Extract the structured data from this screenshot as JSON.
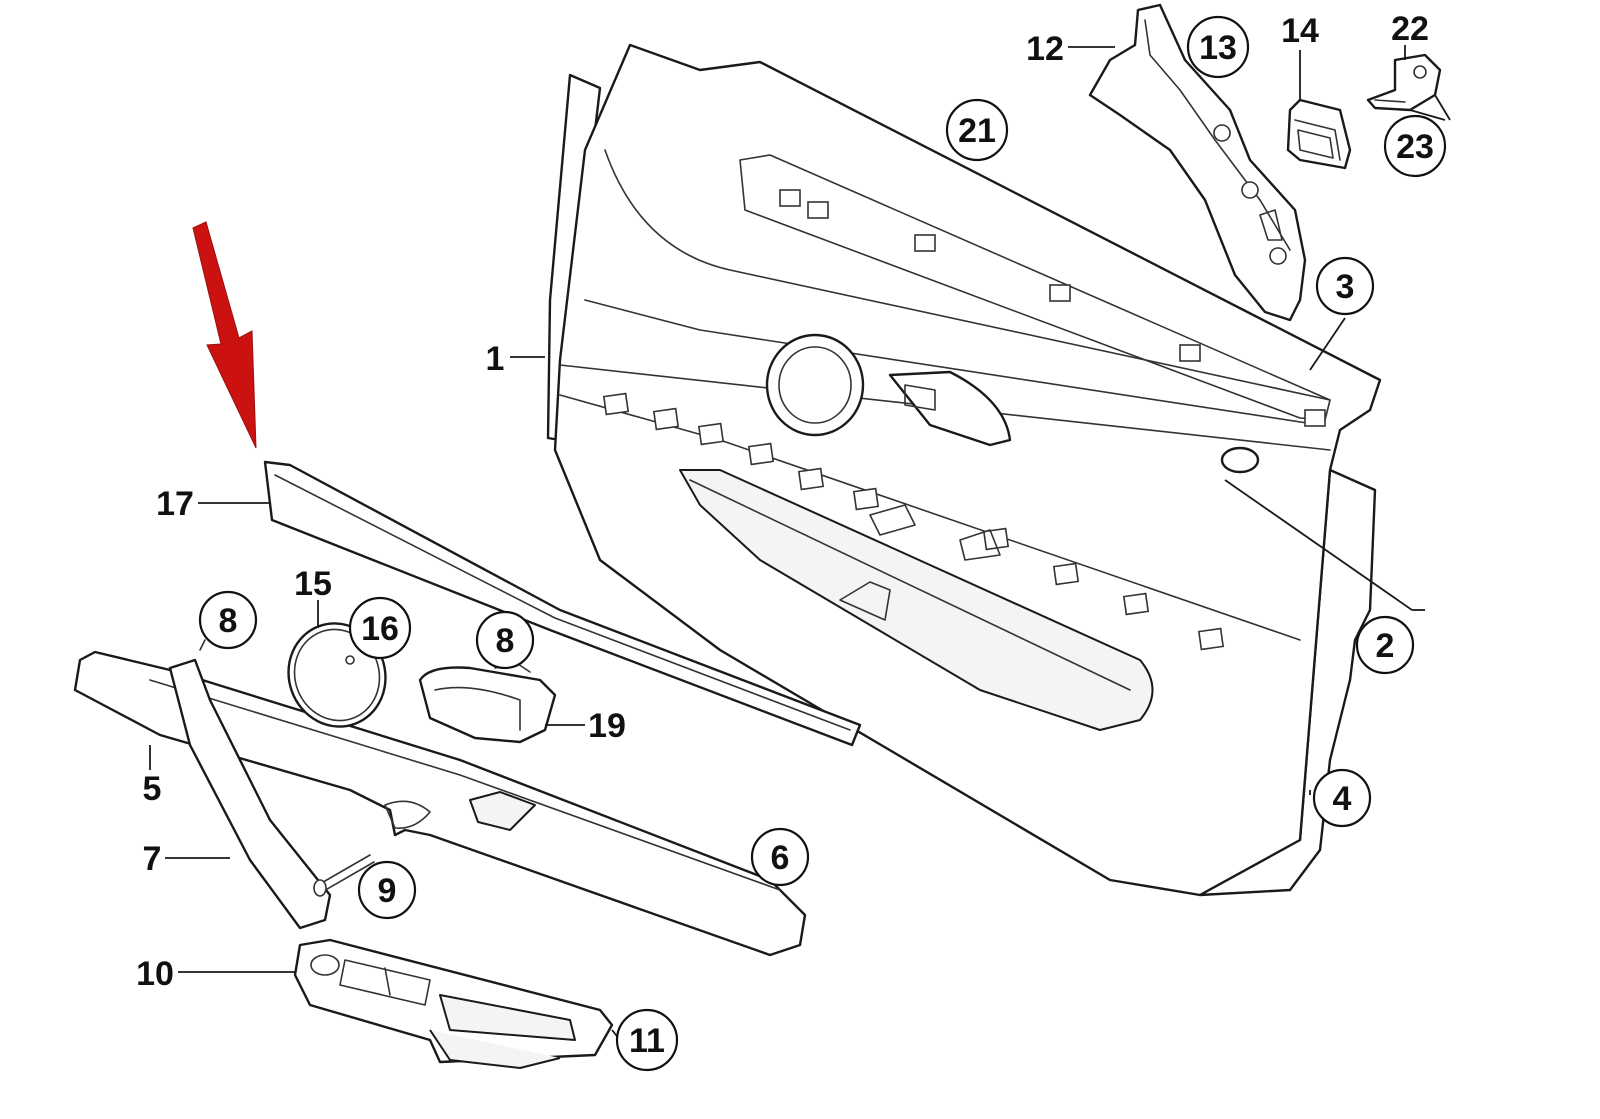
{
  "diagram": {
    "callouts": {
      "c1": "1",
      "c2": "2",
      "c3": "3",
      "c4": "4",
      "c5": "5",
      "c6": "6",
      "c7": "7",
      "c8a": "8",
      "c8b": "8",
      "c9": "9",
      "c10": "10",
      "c11": "11",
      "c12": "12",
      "c13": "13",
      "c14": "14",
      "c15": "15",
      "c16": "16",
      "c17": "17",
      "c19": "19",
      "c21": "21",
      "c22": "22",
      "c23": "23"
    },
    "colors": {
      "arrow": "#cc1111",
      "line": "#1a1a1a",
      "background": "#ffffff"
    }
  }
}
